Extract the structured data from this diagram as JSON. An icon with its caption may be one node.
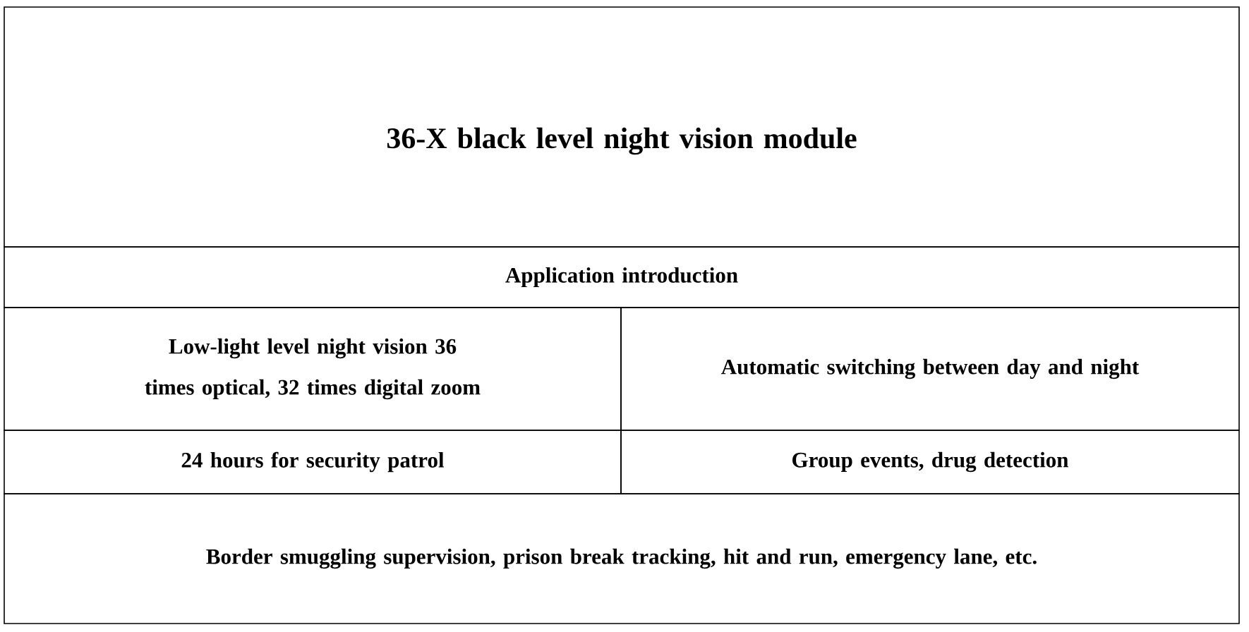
{
  "diagram": {
    "title": "36-X black level night vision module",
    "labels": [
      "Application introduction",
      "Low-light level night vision 36 times optical, 32 times digital zoom",
      "Automatic switching between day and night",
      "24 hours for security patrol",
      "Group events, drug detection",
      "Border smuggling supervision, prison break tracking, hit and run, emergency lane, etc."
    ]
  }
}
